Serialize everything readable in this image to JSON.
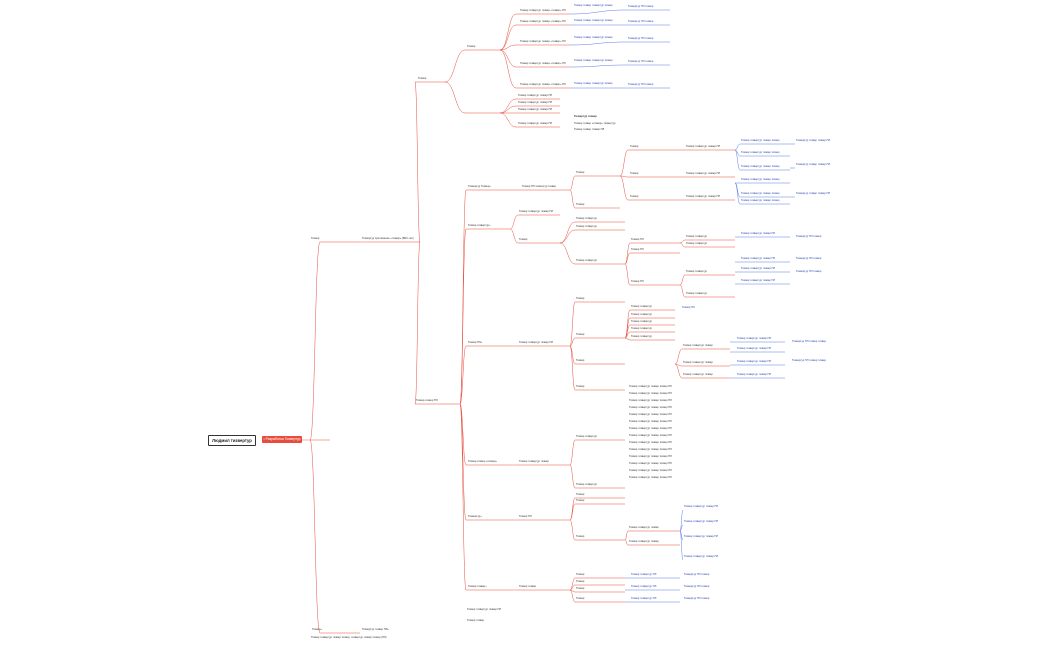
{
  "root": {
    "title": "Людмил тизвертур",
    "subtitle": "• Разработка Тизвертур"
  },
  "nodes": [
    {
      "id": "n1",
      "text": "Тизвер"
    },
    {
      "id": "n2",
      "text": "Тизвертур приложение «тизвер» (ВКС-тел)"
    },
    {
      "id": "n3",
      "text": "Тизвер"
    },
    {
      "id": "n4",
      "text": "Тизвер-тизвер ПЛ"
    },
    {
      "id": "n5",
      "text": "Тизвер"
    },
    {
      "id": "n6",
      "text": "Тизвертур Тизвер»"
    },
    {
      "id": "n7",
      "text": "Тизвер тизвертур»"
    },
    {
      "id": "n8",
      "text": "Тизвер ПЛ»"
    },
    {
      "id": "n9",
      "text": "Тизвер-тизвер «тизвер»"
    },
    {
      "id": "n10",
      "text": "Тизвертур»"
    },
    {
      "id": "n11",
      "text": "Тизвер тизвер»"
    },
    {
      "id": "n12",
      "text": "Тизвер»"
    },
    {
      "id": "n13",
      "text": "Тизвертур тизвер ПЛ»"
    },
    {
      "id": "n14",
      "text": "Тизвер тизвертур тизвер»"
    }
  ],
  "footer_note": "Тизвер тизвертур тизвер тизвер, тизвертур тизвер тизвер (ПЛ)"
}
